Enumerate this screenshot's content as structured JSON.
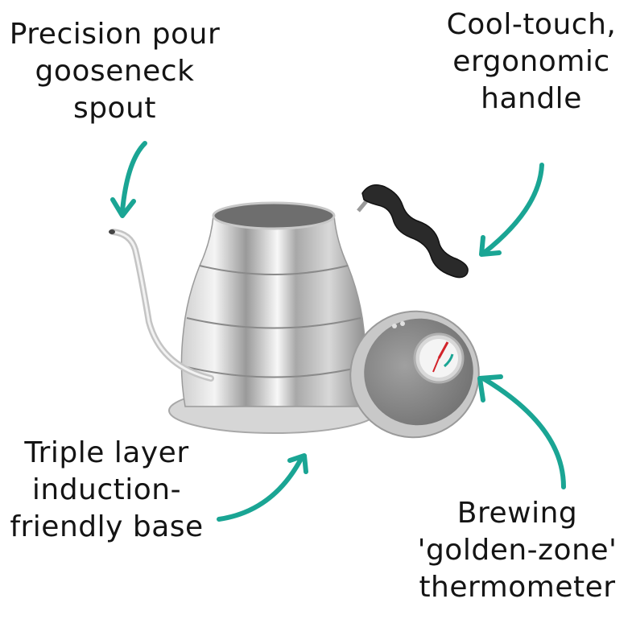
{
  "annotations": {
    "spout": {
      "lines": [
        "Precision pour",
        "gooseneck",
        "spout"
      ]
    },
    "handle": {
      "lines": [
        "Cool-touch,",
        "ergonomic",
        "handle"
      ]
    },
    "base": {
      "lines": [
        "Triple layer",
        "induction-",
        "friendly base"
      ]
    },
    "thermometer": {
      "lines": [
        "Brewing",
        "'golden-zone'",
        "thermometer"
      ]
    }
  },
  "colors": {
    "arrow": "#1aa594",
    "background": "#ffffff",
    "steel_light": "#e8e8e8",
    "steel_dark": "#8a8a8a",
    "handle": "#2a2a2a",
    "lid_face": "#8c8c8c",
    "needle": "#d2232a"
  },
  "product": {
    "name": "gooseneck-kettle-with-thermometer-lid"
  }
}
